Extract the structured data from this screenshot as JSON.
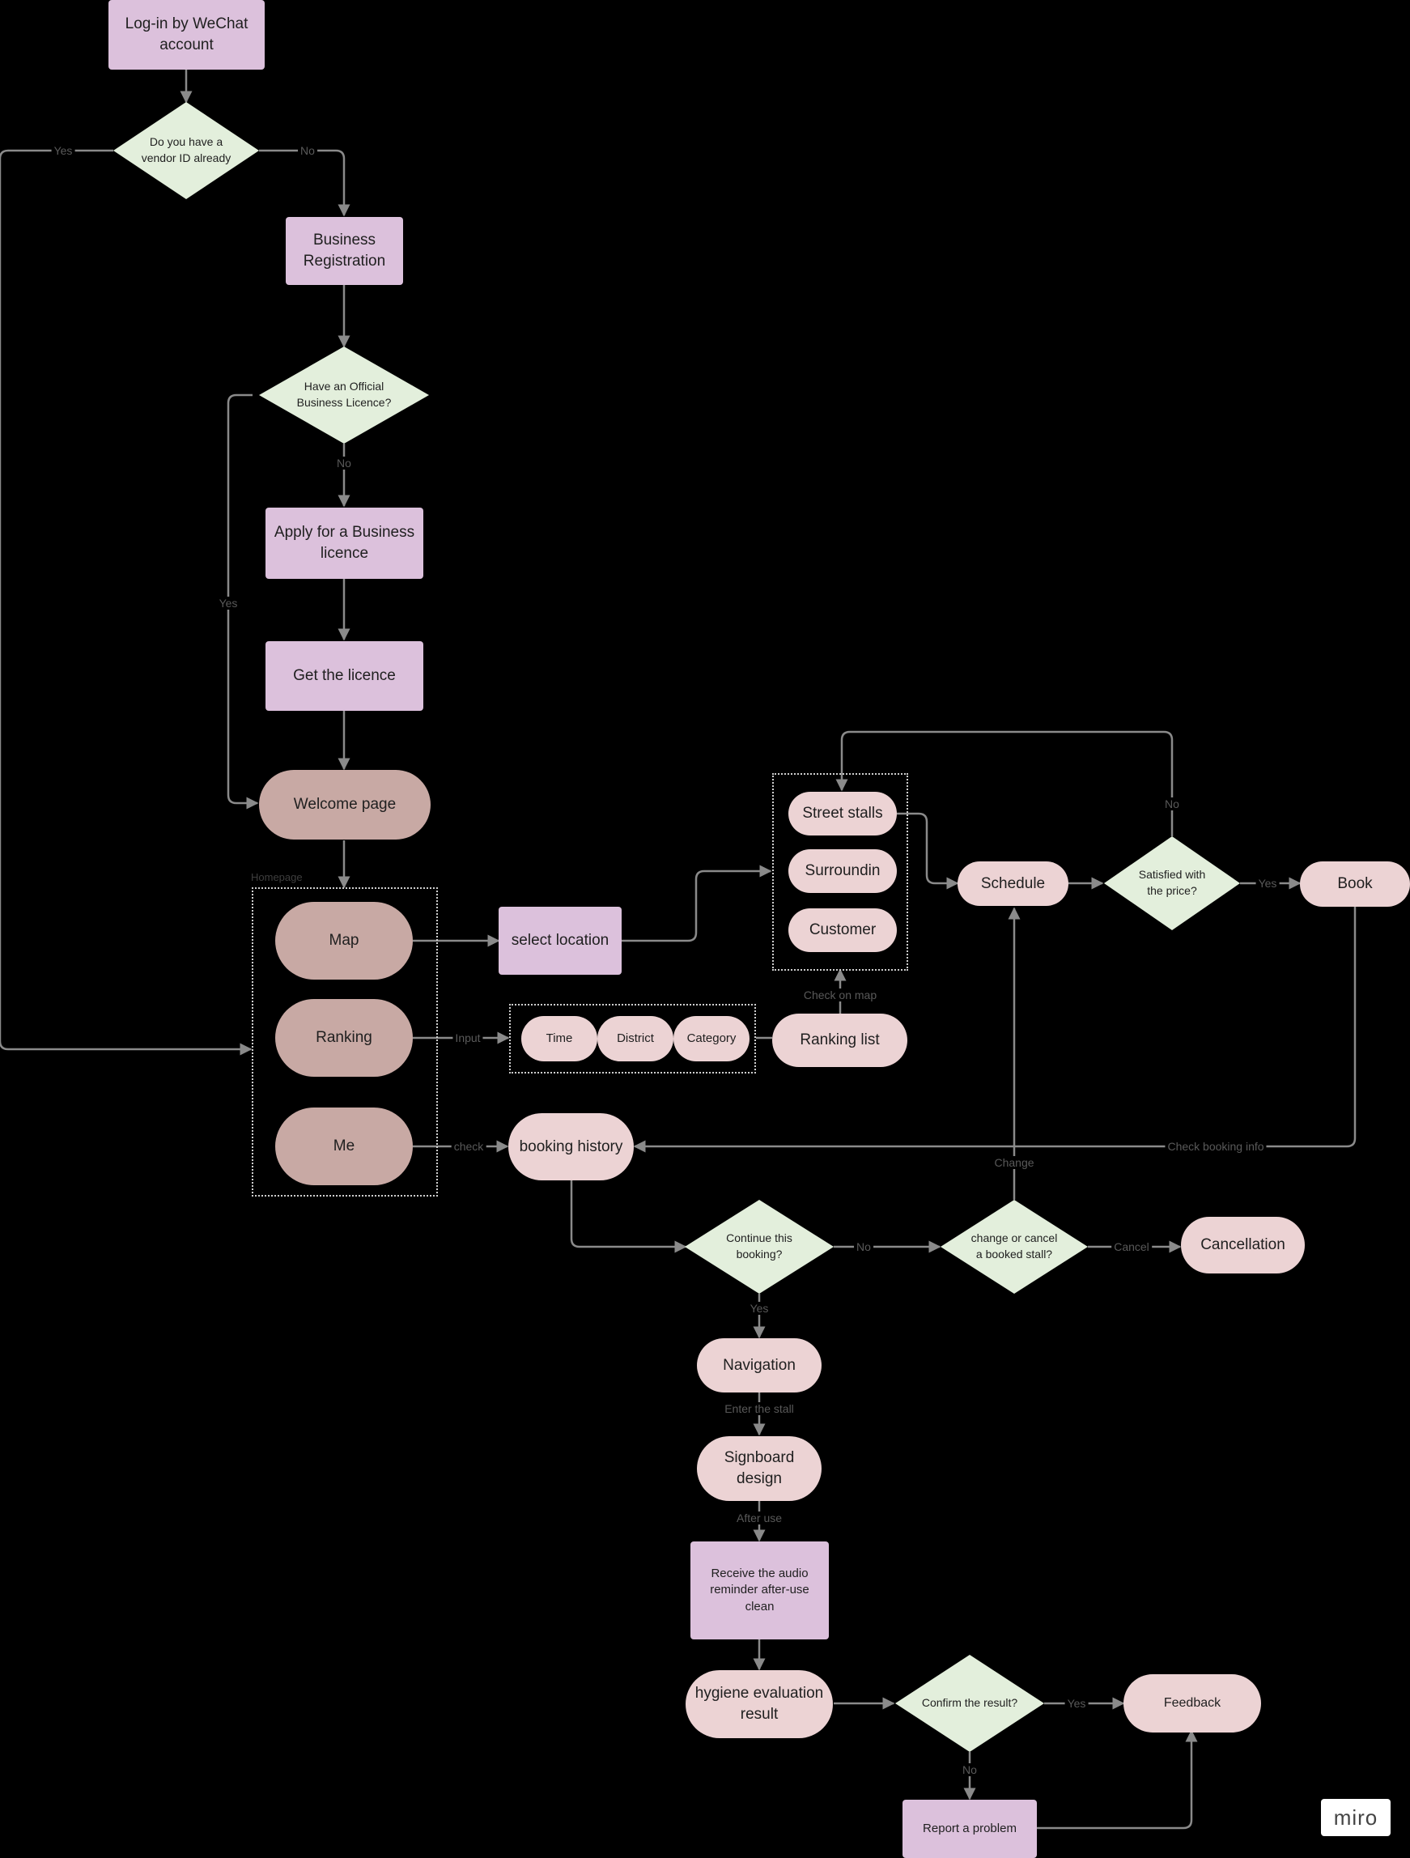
{
  "nodes": {
    "login": "Log-in by WeChat account",
    "business_registration": "Business Registration",
    "apply_licence": "Apply for a Business licence",
    "get_licence": "Get the licence",
    "welcome_page": "Welcome page",
    "map": "Map",
    "ranking": "Ranking",
    "me": "Me",
    "select_location": "select location",
    "street_stalls": "Street stalls",
    "surrounding": "Surroundin",
    "customer": "Customer",
    "schedule": "Schedule",
    "book": "Book",
    "time": "Time",
    "district": "District",
    "category": "Category",
    "ranking_list": "Ranking list",
    "booking_history": "booking history",
    "cancellation": "Cancellation",
    "navigation": "Navigation",
    "signboard_design": "Signboard design",
    "audio_reminder": "Receive the audio reminder after-use clean",
    "hygiene_result": "hygiene evaluation result",
    "feedback": "Feedback",
    "report_problem": "Report a problem"
  },
  "decisions": {
    "vendor_id": "Do you have a vendor ID already",
    "official_licence": "Have an Official Business Licence?",
    "satisfied_price": "Satisfied with the price?",
    "continue_booking": "Continue this booking?",
    "change_cancel": "change or cancel a booked stall?",
    "confirm_result": "Confirm the result?"
  },
  "edge_labels": {
    "vendor_yes": "Yes",
    "vendor_no": "No",
    "licence_no": "No",
    "licence_yes": "Yes",
    "price_no": "No",
    "price_yes": "Yes",
    "check_on_map": "Check on map",
    "input": "Input",
    "check": "check",
    "check_booking_info": "Check booking info",
    "change": "Change",
    "continue_no": "No",
    "cancel": "Cancel",
    "continue_yes": "Yes",
    "enter_stall": "Enter the stall",
    "after_use": "After use",
    "confirm_yes": "Yes",
    "confirm_no": "No"
  },
  "groups": {
    "homepage": "Homepage"
  },
  "brand": {
    "logo": "miro"
  },
  "colors": {
    "purple_box": "#dcc1dc",
    "pink_box": "#ecd3d4",
    "mauve_box": "#c8a9a4",
    "decision": "#e3efdc",
    "connector": "#8a8a8a",
    "background": "#000000"
  }
}
